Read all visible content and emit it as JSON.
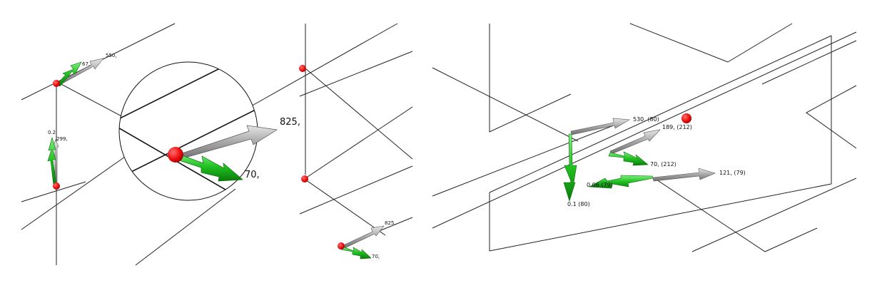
{
  "colors": {
    "line": "#222222",
    "node": "#ee1111",
    "force_arrow": "#a8a8a8",
    "moment_arrow": "#1fbf1f"
  },
  "icons": {
    "node": "red-node-dot-icon",
    "force": "gray-cone-arrow-icon",
    "moment": "green-double-cone-arrow-icon"
  },
  "left_view": {
    "labels": {
      "top_force": "550,",
      "top_moment": "67,",
      "side_moment": "0.2",
      "side_force": "299,",
      "bottom_force": "825,",
      "bottom_moment": "70,"
    },
    "magnifier_labels": {
      "force": "825,",
      "moment": "70,"
    }
  },
  "right_view": {
    "labels": {
      "force_a": "530, (80)",
      "force_b": "189, (212)",
      "moment_b": "70, (212)",
      "force_c": "121, (79)",
      "moment_c": "0.06 (79)",
      "moment_a": "0.1 (80)"
    }
  }
}
